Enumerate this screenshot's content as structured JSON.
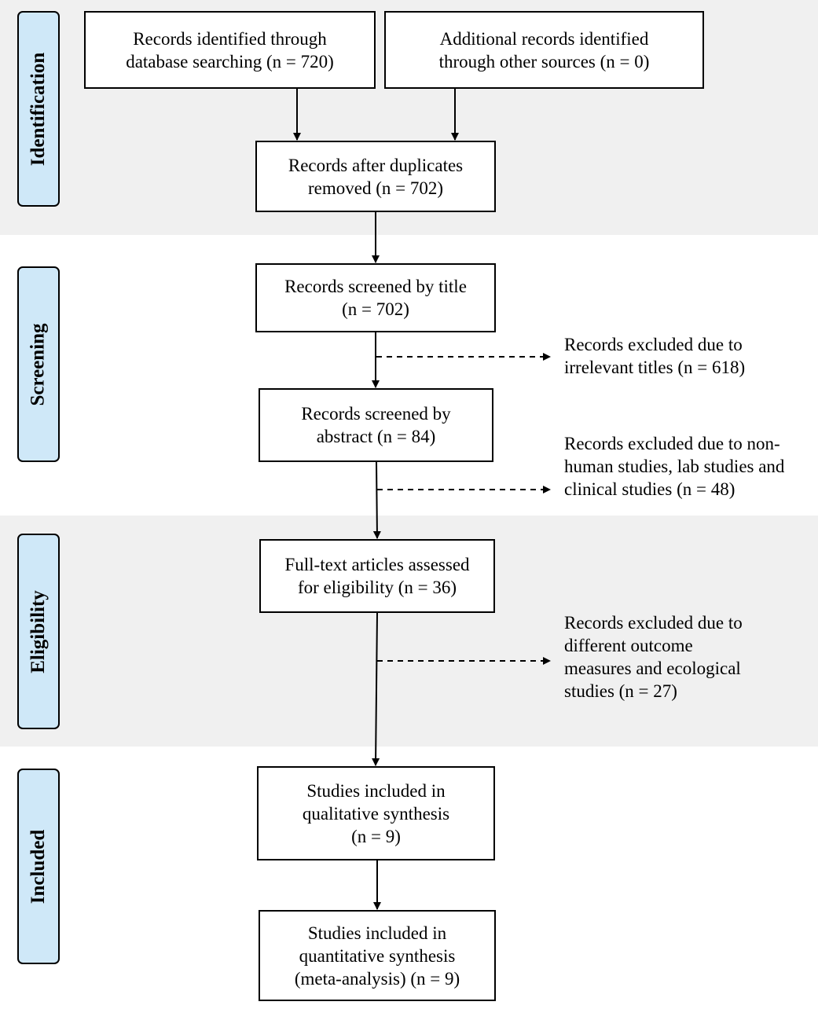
{
  "phases": {
    "identification": "Identification",
    "screening": "Screening",
    "eligibility": "Eligibility",
    "included": "Included"
  },
  "boxes": {
    "database": "Records identified through\ndatabase searching (n = 720)",
    "other_sources": "Additional records identified\nthrough other sources (n = 0)",
    "after_duplicates": "Records after duplicates\nremoved (n = 702)",
    "screened_title": "Records screened by title\n(n = 702)",
    "screened_abstract": "Records screened by\nabstract (n = 84)",
    "full_text": "Full-text articles assessed\nfor eligibility (n = 36)",
    "qualitative": "Studies included in\nqualitative synthesis\n(n = 9)",
    "quantitative": "Studies included in\nquantitative synthesis\n(meta-analysis) (n = 9)"
  },
  "exclusions": {
    "titles": "Records excluded due to\nirrelevant titles (n = 618)",
    "abstracts": "Records excluded due to non-\nhuman studies, lab studies and\nclinical studies (n = 48)",
    "full_text": "Records excluded due to\ndifferent outcome\nmeasures and ecological\nstudies (n = 27)"
  }
}
